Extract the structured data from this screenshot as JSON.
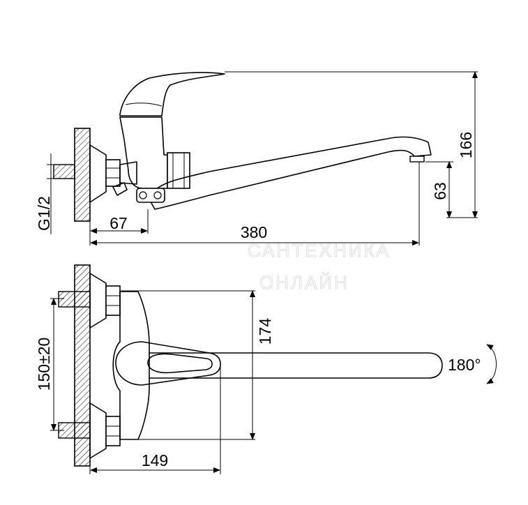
{
  "watermark": {
    "line1": "САНТЕХНИКА",
    "line2": "ОНЛАЙН"
  },
  "side_view": {
    "height_total": "166",
    "spout_height": "63",
    "reach": "380",
    "wall_offset": "67",
    "thread": "G1/2"
  },
  "top_view": {
    "spacing": "174",
    "center_distance": "150±20",
    "body_depth": "149",
    "rotation": "180°"
  }
}
